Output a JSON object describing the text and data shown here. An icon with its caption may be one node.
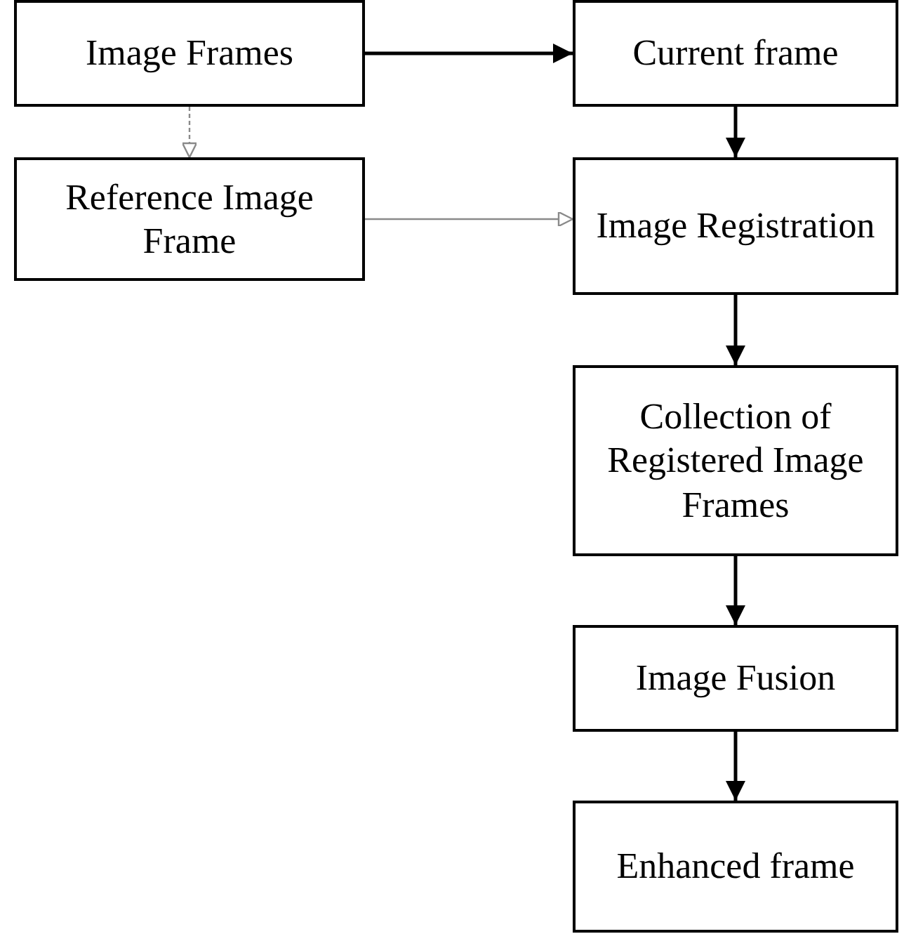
{
  "diagram": {
    "nodes": [
      {
        "text": [
          "Image Frames"
        ]
      },
      {
        "text": [
          "Current frame"
        ]
      },
      {
        "text": [
          "Reference Image Frame"
        ]
      },
      {
        "text": [
          "Image Registration"
        ]
      },
      {
        "text": [
          "Collection of Registered Image Frames"
        ]
      },
      {
        "text": [
          "Image Fusion"
        ]
      },
      {
        "text": [
          "Enhanced frame"
        ]
      }
    ],
    "edges": [
      {
        "from": 0,
        "to": 1,
        "arrow": "to"
      },
      {
        "from": 0,
        "to": 2,
        "arrow": "to",
        "style": "dashed",
        "color": "#8a8a8a"
      },
      {
        "from": 2,
        "to": 3,
        "arrow": "to",
        "color": "#8a8a8a"
      },
      {
        "from": 1,
        "to": 3,
        "arrow": "to"
      },
      {
        "from": 3,
        "to": 4,
        "arrow": "to"
      },
      {
        "from": 4,
        "to": 5,
        "arrow": "to"
      },
      {
        "from": 5,
        "to": 6,
        "arrow": "to"
      }
    ]
  }
}
